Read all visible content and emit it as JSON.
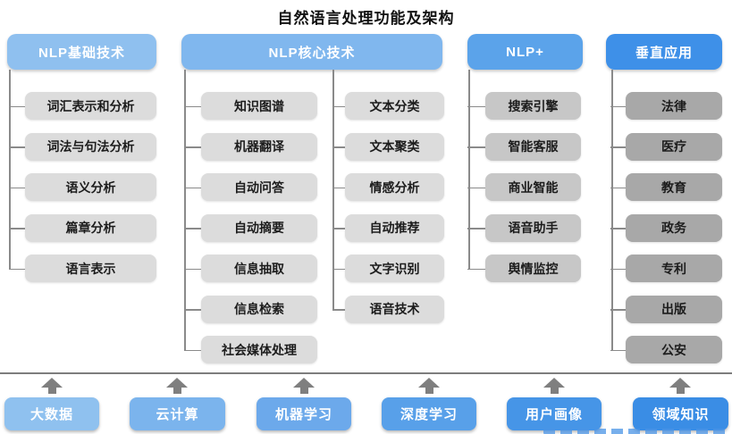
{
  "title": "自然语言处理功能及架构",
  "columns": [
    {
      "header": "NLP基础技术",
      "items": [
        "词汇表示和分析",
        "词法与句法分析",
        "语义分析",
        "篇章分析",
        "语言表示"
      ]
    },
    {
      "header": "NLP核心技术",
      "items_left": [
        "知识图谱",
        "机器翻译",
        "自动问答",
        "自动摘要",
        "信息抽取",
        "信息检索",
        "社会媒体处理"
      ],
      "items_right": [
        "文本分类",
        "文本聚类",
        "情感分析",
        "自动推荐",
        "文字识别",
        "语音技术"
      ]
    },
    {
      "header": "NLP+",
      "items": [
        "搜索引擎",
        "智能客服",
        "商业智能",
        "语音助手",
        "舆情监控"
      ]
    },
    {
      "header": "垂直应用",
      "items": [
        "法律",
        "医疗",
        "教育",
        "政务",
        "专利",
        "出版",
        "公安"
      ]
    }
  ],
  "foundation": {
    "items": [
      "大数据",
      "云计算",
      "机器学习",
      "深度学习",
      "用户画像",
      "领域知识"
    ]
  },
  "colors": {
    "header_blues": [
      "#8FC0EF",
      "#80B7EE",
      "#5BA3EA",
      "#3E90E8"
    ],
    "item_grays": [
      "#DCDCDC",
      "#DCDCDC",
      "#C7C7C7",
      "#A8A8A8"
    ],
    "foundation_blues": [
      "#8FC1EF",
      "#7BB4ED",
      "#6CA9EB",
      "#58A0E9",
      "#4695E7",
      "#3A8DE5"
    ],
    "connector_line": "#8A8A8A",
    "arrow": "#7F7F7F",
    "title_text": "#111111"
  }
}
